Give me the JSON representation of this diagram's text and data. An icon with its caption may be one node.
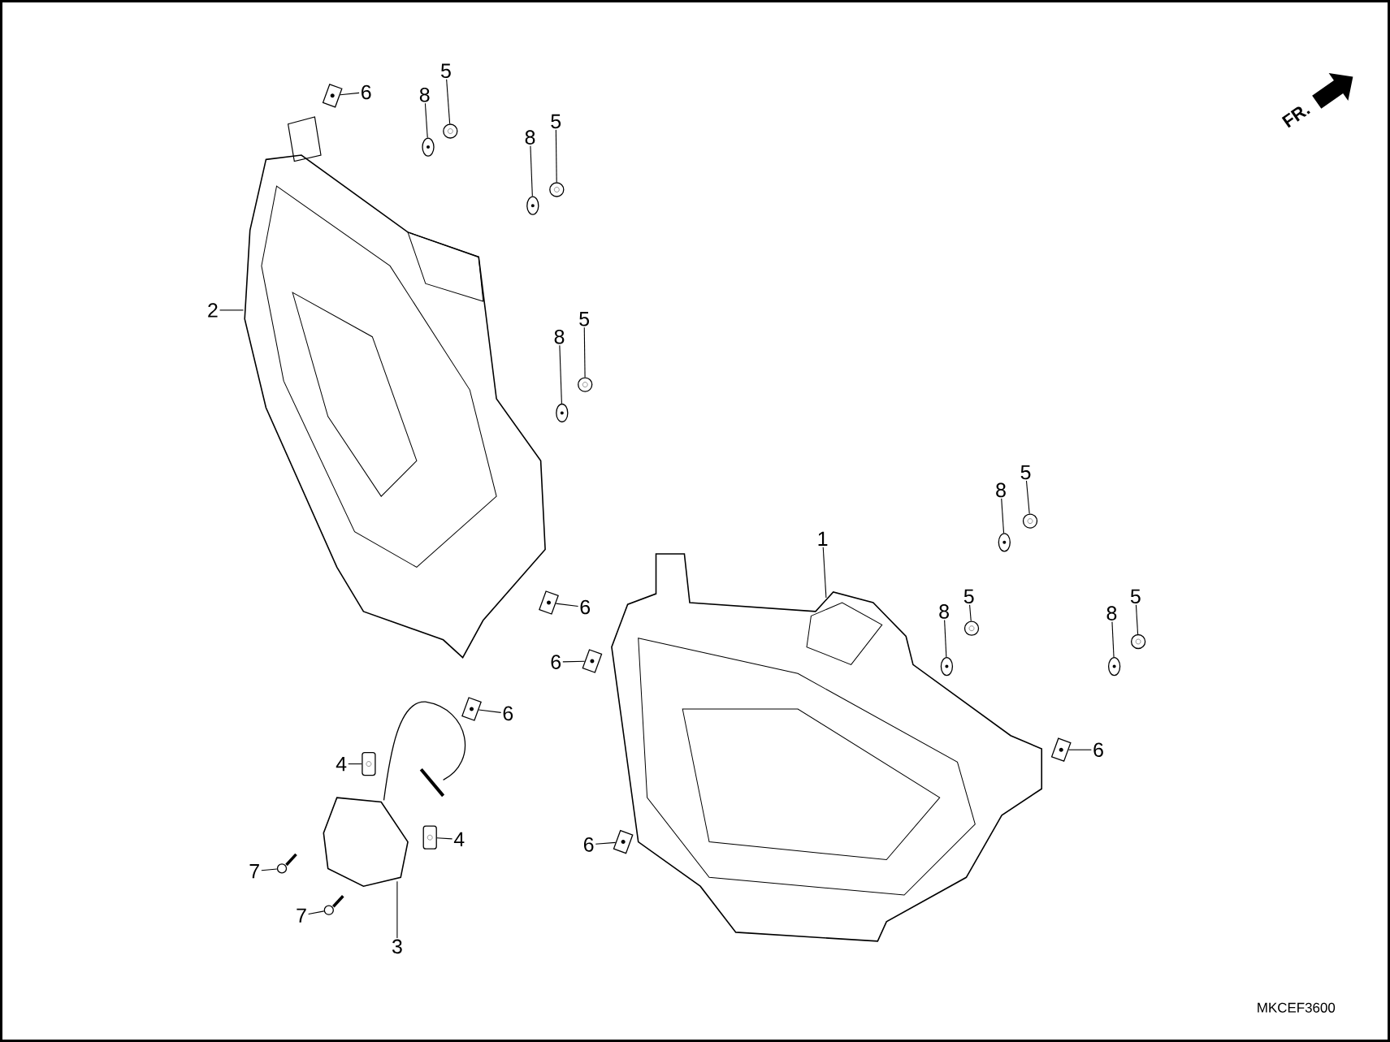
{
  "diagram": {
    "nodes": [
      {
        "text": [
          "5"
        ]
      },
      {
        "text": [
          "6"
        ]
      },
      {
        "text": [
          "8"
        ]
      },
      {
        "text": [
          "5"
        ]
      },
      {
        "text": [
          "8"
        ]
      },
      {
        "text": [
          "2"
        ]
      },
      {
        "text": [
          "5"
        ]
      },
      {
        "text": [
          "8"
        ]
      },
      {
        "text": [
          "5"
        ]
      },
      {
        "text": [
          "8"
        ]
      },
      {
        "text": [
          "1"
        ]
      },
      {
        "text": [
          "5"
        ]
      },
      {
        "text": [
          "5"
        ]
      },
      {
        "text": [
          "6"
        ]
      },
      {
        "text": [
          "8"
        ]
      },
      {
        "text": [
          "8"
        ]
      },
      {
        "text": [
          "6"
        ]
      },
      {
        "text": [
          "6"
        ]
      },
      {
        "text": [
          "6"
        ]
      },
      {
        "text": [
          "4"
        ]
      },
      {
        "text": [
          "4"
        ]
      },
      {
        "text": [
          "6"
        ]
      },
      {
        "text": [
          "7"
        ]
      },
      {
        "text": [
          "3"
        ]
      },
      {
        "text": [
          "7"
        ]
      },
      {
        "text": [],
        "shape": "circle"
      },
      {
        "text": [],
        "shape": "box"
      },
      {
        "text": [],
        "shape": "circle"
      },
      {
        "text": [],
        "shape": "circle"
      },
      {
        "text": [],
        "shape": "circle"
      },
      {
        "text": [],
        "shape": "picture"
      },
      {
        "text": [],
        "shape": "circle"
      },
      {
        "text": [],
        "shape": "circle"
      },
      {
        "text": [],
        "shape": "circle"
      },
      {
        "text": [],
        "shape": "circle"
      },
      {
        "text": [],
        "shape": "picture"
      },
      {
        "text": [],
        "shape": "circle"
      },
      {
        "text": [],
        "shape": "circle"
      },
      {
        "text": [],
        "shape": "box"
      },
      {
        "text": [],
        "shape": "circle"
      },
      {
        "text": [],
        "shape": "circle"
      },
      {
        "text": [],
        "shape": "box"
      },
      {
        "text": [],
        "shape": "box"
      },
      {
        "text": [],
        "shape": "box"
      },
      {
        "text": [],
        "shape": "box"
      },
      {
        "text": [],
        "shape": "box"
      },
      {
        "text": [],
        "shape": "box"
      },
      {
        "text": [],
        "shape": "picture"
      },
      {
        "text": [],
        "shape": "picture"
      },
      {
        "text": [],
        "shape": "picture"
      }
    ],
    "edges": [
      {
        "from": 0,
        "to": 25,
        "arrow": "none"
      },
      {
        "from": 1,
        "to": 26,
        "arrow": "none"
      },
      {
        "from": 2,
        "to": 27,
        "arrow": "none"
      },
      {
        "from": 3,
        "to": 28,
        "arrow": "none"
      },
      {
        "from": 4,
        "to": 29,
        "arrow": "none"
      },
      {
        "from": 5,
        "to": 30,
        "arrow": "none"
      },
      {
        "from": 6,
        "to": 31,
        "arrow": "none"
      },
      {
        "from": 7,
        "to": 32,
        "arrow": "none"
      },
      {
        "from": 8,
        "to": 33,
        "arrow": "none"
      },
      {
        "from": 9,
        "to": 34,
        "arrow": "none"
      },
      {
        "from": 10,
        "to": 35,
        "arrow": "none"
      },
      {
        "from": 11,
        "to": 36,
        "arrow": "none"
      },
      {
        "from": 12,
        "to": 37,
        "arrow": "none"
      },
      {
        "from": 13,
        "to": 38,
        "arrow": "none"
      },
      {
        "from": 14,
        "to": 39,
        "arrow": "none"
      },
      {
        "from": 15,
        "to": 40,
        "arrow": "none"
      },
      {
        "from": 16,
        "to": 41,
        "arrow": "none"
      },
      {
        "from": 17,
        "to": 42,
        "arrow": "none"
      },
      {
        "from": 18,
        "to": 43,
        "arrow": "none"
      },
      {
        "from": 19,
        "to": 44,
        "arrow": "none"
      },
      {
        "from": 20,
        "to": 45,
        "arrow": "none"
      },
      {
        "from": 21,
        "to": 46,
        "arrow": "none"
      },
      {
        "from": 22,
        "to": 47,
        "arrow": "none"
      },
      {
        "from": 23,
        "to": 48,
        "arrow": "none"
      },
      {
        "from": 24,
        "to": 49,
        "arrow": "none"
      }
    ],
    "labels": [
      "FR.",
      "MKCEF3600"
    ]
  }
}
